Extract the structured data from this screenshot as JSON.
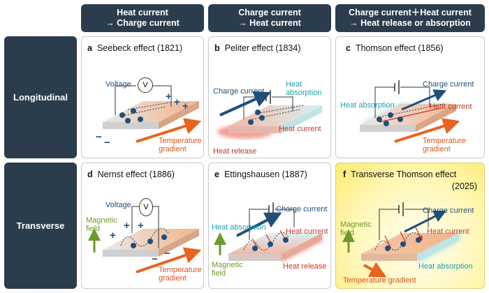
{
  "columns": [
    {
      "line1": "Heat current",
      "line2": "→ Charge current"
    },
    {
      "line1": "Charge current",
      "line2": "→ Heat current"
    },
    {
      "line1": "Charge current＋Heat current",
      "line2": "→ Heat release or absorption"
    }
  ],
  "rows": [
    "Longitudinal",
    "Transverse"
  ],
  "panels": {
    "a": {
      "letter": "a",
      "title": "Seebeck effect (1821)",
      "voltage": "Voltage",
      "meter": "V",
      "gradient1": "Temperature",
      "gradient2": "gradient",
      "plus": "+",
      "minus": "−"
    },
    "b": {
      "letter": "b",
      "title": "Peliter effect (1834)",
      "charge": "Charge current",
      "absorb1": "Heat",
      "absorb2": "absorption",
      "heatcur": "Heat current",
      "release": "Heat release"
    },
    "c": {
      "letter": "c",
      "title": "Thomson effect (1856)",
      "charge": "Charge current",
      "absorb": "Heat absorption",
      "heatcur": "Heat current",
      "gradient1": "Temperature",
      "gradient2": "gradient"
    },
    "d": {
      "letter": "d",
      "title": "Nernst effect (1886)",
      "voltage": "Voltage",
      "meter": "V",
      "field1": "Magnetic",
      "field2": "field",
      "gradient1": "Temperature",
      "gradient2": "gradient",
      "plus": "+",
      "minus": "−"
    },
    "e": {
      "letter": "e",
      "title": "Ettingshausen (1887)",
      "charge": "Charge current",
      "absorb": "Heat absorption",
      "heatcur": "Heat current",
      "field1": "Magnetic",
      "field2": "field",
      "release": "Heat release"
    },
    "f": {
      "letter": "f",
      "title": "Transverse Thomson effect",
      "year": "(2025)",
      "charge": "Charge current",
      "field1": "Magnetic",
      "field2": "field",
      "heatcur": "Heat current",
      "absorb": "Heat absorption",
      "gradient": "Temperature gradient"
    }
  },
  "colors": {
    "header_bg": "#2b3d4c",
    "charge_arrow": "#1f4f79",
    "gradient_arrow": "#e8641f",
    "absorb": "#1aa3ad",
    "release": "#c23a2c",
    "field": "#6b9a2b",
    "highlight": "#fff3a0"
  }
}
